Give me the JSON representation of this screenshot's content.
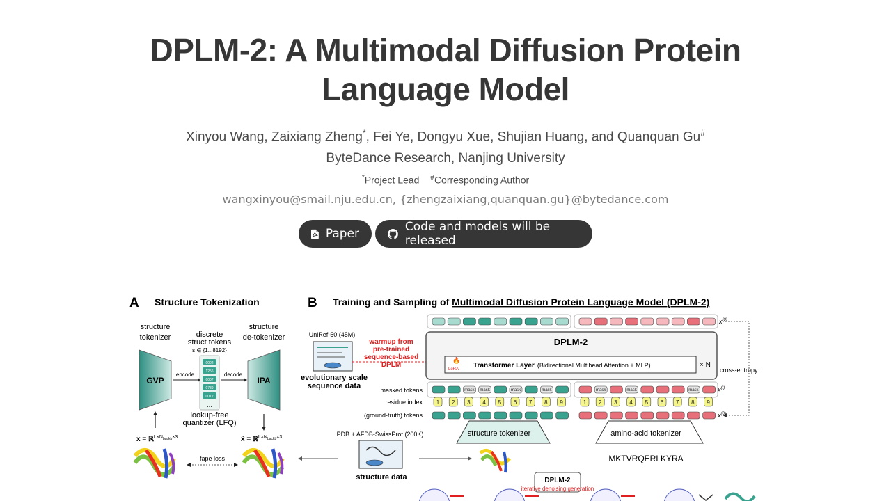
{
  "header": {
    "title_line1": "DPLM-2: A Multimodal Diffusion Protein",
    "title_line2": "Language Model",
    "authors_a": "Xinyou Wang, Zaixiang Zheng",
    "authors_sup1": "*",
    "authors_b": ", Fei Ye, Dongyu Xue, Shujian Huang, and Quanquan Gu",
    "authors_sup2": "#",
    "affiliation": "ByteDance Research, Nanjing University",
    "note1_sup": "*",
    "note1": "Project Lead",
    "note2_sup": "#",
    "note2": "Corresponding Author",
    "email": "wangxinyou@smail.nju.edu.cn, {zhengzaixiang,quanquan.gu}@bytedance.com"
  },
  "buttons": {
    "paper": "Paper",
    "code": "Code and models will be released",
    "paper_icon": "pdf-icon",
    "code_icon": "github-icon"
  },
  "figure": {
    "panel_a_letter": "A",
    "panel_a_title": "Structure Tokenization",
    "panel_b_letter": "B",
    "panel_b_title_prefix": "Training and Sampling of ",
    "panel_b_title_link": "Multimodal Diffusion Protein Language Model (DPLM-2)",
    "structure_tokenizer": [
      "structure",
      "tokenizer"
    ],
    "discrete_tokens": [
      "discrete",
      "struct tokens"
    ],
    "token_set": "s ∈ {1...8192}",
    "structure_detokenizer": [
      "structure",
      "de-tokenizer"
    ],
    "gvp": "GVP",
    "ipa": "IPA",
    "encode": "encode",
    "decode": "decode",
    "token_values": [
      "0002",
      "1256",
      "0007",
      "0789",
      "0012"
    ],
    "ellipsis": "...",
    "lfq": [
      "lookup-free",
      "quantizer (LFQ)"
    ],
    "x_label": "x = ℝ",
    "x_exp": "L×N",
    "x_exp2": "backb",
    "x_exp3": "×3",
    "xhat_label": "x̂ = ℝ",
    "fape_loss": "fape loss",
    "uniref": "UniRef-50 (45M)",
    "evo_data": [
      "evolutionary scale",
      "sequence data"
    ],
    "warmup": [
      "warmup from",
      "pre-trained",
      "sequence-based",
      "DPLM"
    ],
    "dplm2": "DPLM-2",
    "lora": "LoRA",
    "transformer": "Transformer Layer",
    "transformer_detail": "(Bidirectional Multihead Attention  +  MLP)",
    "times_n": "× N",
    "cross_entropy": "cross-entropy",
    "masked_tokens": "masked tokens",
    "residue_index": "residue index",
    "ground_truth": "(ground-truth) tokens",
    "mask": "mask",
    "indices": [
      "1",
      "2",
      "3",
      "4",
      "5",
      "6",
      "7",
      "8",
      "9"
    ],
    "x0": "x",
    "x0_sup": "(0)",
    "xt_sup": "(t)",
    "pdb": "PDB + AFDB-SwissProt (200K)",
    "structure_data": "structure data",
    "structure_tokenizer_box": "structure tokenizer",
    "aa_tokenizer_box": "amino-acid tokenizer",
    "sequence": "MKTVRQERLKYRA",
    "iterative": "iterative denoising generation",
    "colors": {
      "struct_dark": "#3aa38f",
      "struct_light": "#a8dbd0",
      "seq_dark": "#e8707a",
      "seq_light": "#f6b8bd",
      "yellow": "#f5f58c",
      "red": "#e02020"
    }
  }
}
